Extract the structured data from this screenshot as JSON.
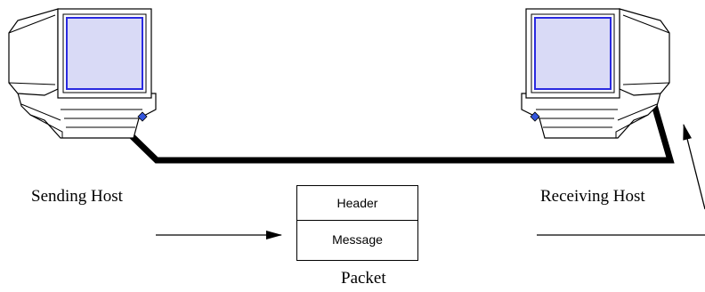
{
  "labels": {
    "sending_host": "Sending Host",
    "receiving_host": "Receiving Host",
    "packet": "Packet"
  },
  "packet": {
    "header": "Header",
    "message": "Message"
  },
  "colors": {
    "line": "#000000",
    "screen_fill": "#d9daf6",
    "screen_border": "#2a2ae0",
    "diamond": "#3355dd",
    "background": "#ffffff"
  },
  "icons": [
    "computer-icon",
    "computer-icon",
    "arrow-icon",
    "arrow-icon",
    "arrow-icon"
  ]
}
